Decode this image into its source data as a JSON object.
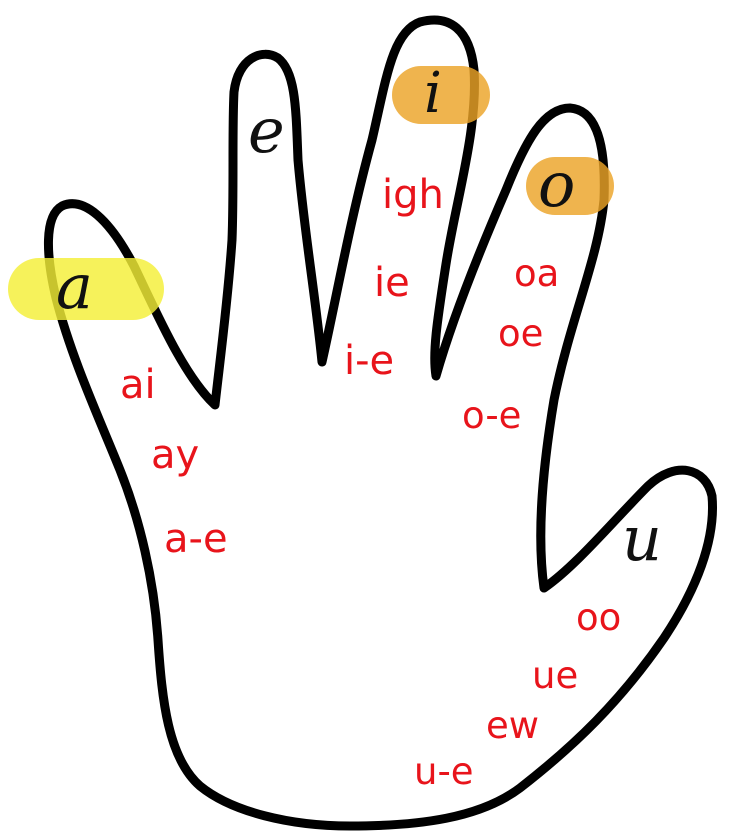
{
  "highlight_colors": {
    "a": "#f4ef37",
    "i": "#eba327",
    "o": "#eba327"
  },
  "spelling_color": "#e8141b",
  "fingers": {
    "thumb": {
      "vowel": "a",
      "spellings": [
        "ai",
        "ay",
        "a-e"
      ]
    },
    "index": {
      "vowel": "e",
      "spellings": []
    },
    "middle": {
      "vowel": "i",
      "spellings": [
        "igh",
        "ie",
        "i-e"
      ]
    },
    "ring": {
      "vowel": "o",
      "spellings": [
        "oa",
        "oe",
        "o-e"
      ]
    },
    "little": {
      "vowel": "u",
      "spellings": [
        "oo",
        "ue",
        "ew",
        "u-e"
      ]
    }
  }
}
